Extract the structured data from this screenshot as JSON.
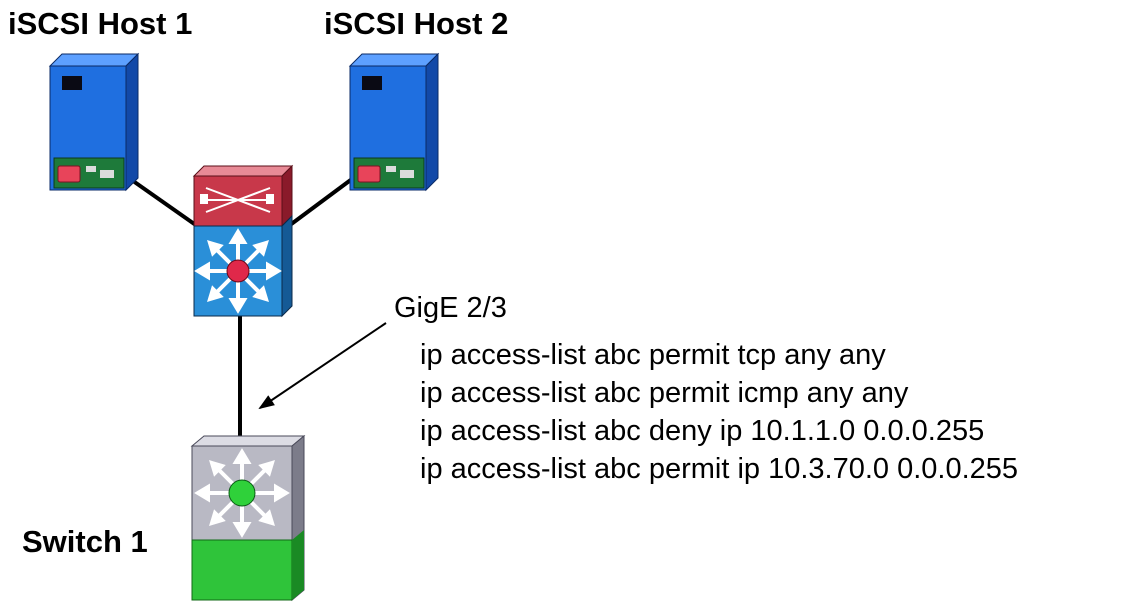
{
  "hosts": [
    {
      "label": "iSCSI Host 1"
    },
    {
      "label": "iSCSI Host 2"
    }
  ],
  "switch": {
    "label": "Switch 1"
  },
  "port": {
    "label": "GigE 2/3"
  },
  "acl": [
    "ip access-list abc permit tcp any any",
    "ip access-list abc permit icmp any any",
    "ip access-list abc deny ip 10.1.1.0 0.0.0.255",
    "ip access-list abc permit ip 10.3.70.0 0.0.0.255"
  ],
  "colors": {
    "server_blue": "#1f6fe0",
    "router_red": "#c8384a",
    "multilayer_switch_blue": "#2a8fd8",
    "switch_gray": "#b9b9c4",
    "switch_green": "#2fc43a",
    "link": "#000000"
  },
  "icons": {
    "server": "server-icon",
    "router": "router-icon",
    "multilayer_switch": "multilayer-switch-icon",
    "switch": "switch-icon"
  }
}
